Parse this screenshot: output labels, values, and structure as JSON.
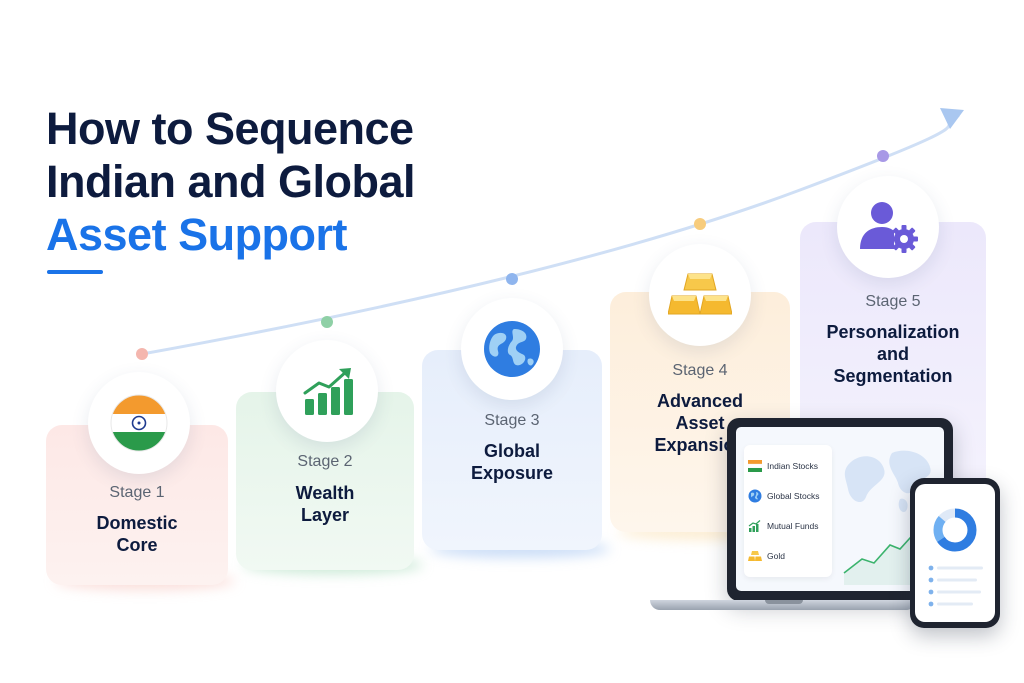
{
  "title": {
    "line1": "How to Sequence",
    "line2": "Indian and Global",
    "line3": "Asset Support"
  },
  "stages": [
    {
      "label": "Stage 1",
      "title": "Domestic\nCore",
      "icon": "india-flag-icon",
      "color": "#fde8e6",
      "dot": "#f4b6ae"
    },
    {
      "label": "Stage 2",
      "title": "Wealth\nLayer",
      "icon": "growth-chart-icon",
      "color": "#e7f5ea",
      "dot": "#8fd0a6"
    },
    {
      "label": "Stage 3",
      "title": "Global\nExposure",
      "icon": "globe-icon",
      "color": "#e7effb",
      "dot": "#8fb5ee"
    },
    {
      "label": "Stage 4",
      "title": "Advanced\nAsset\nExpansion",
      "icon": "gold-bars-icon",
      "color": "#fdf0de",
      "dot": "#f7cc7d"
    },
    {
      "label": "Stage 5",
      "title": "Personalization\nand\nSegmentation",
      "icon": "user-settings-icon",
      "color": "#eeeafb",
      "dot": "#a899e6"
    }
  ],
  "assets": [
    {
      "label": "Indian Stocks",
      "icon": "india-flag-icon"
    },
    {
      "label": "Global Stocks",
      "icon": "globe-icon"
    },
    {
      "label": "Mutual Funds",
      "icon": "growth-chart-icon"
    },
    {
      "label": "Gold",
      "icon": "gold-bars-icon"
    }
  ],
  "colors": {
    "navy": "#0d1b3e",
    "accent": "#1a73e8",
    "curve": "#c9daf3",
    "arrow": "#9fc0ef"
  }
}
